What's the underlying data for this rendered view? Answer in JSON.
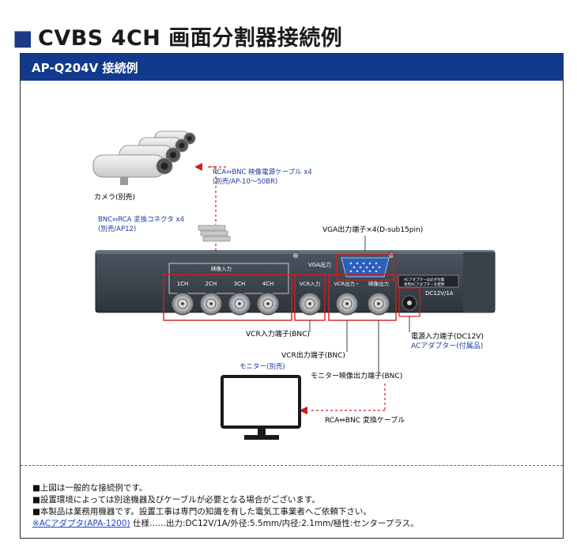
{
  "title": "CVBS 4CH 画面分割器接続例",
  "title_marker": "■",
  "bar_title": "AP-Q204V 接続例",
  "camera_label": "カメラ(別売)",
  "cable_rca_bnc_label": "RCA⇔BNC 映像電源ケーブル x4",
  "cable_rca_bnc_sub": "(別売/AP-10～50BR)",
  "connector_label": "BNC⇔RCA 変換コネクタ x4",
  "connector_sub": "(別売/AP12)",
  "vga_terminal_label": "VGA出力端子×4(D-sub15pin)",
  "panel": {
    "input_group_label": "映像入力",
    "ch_labels": [
      "1CH",
      "2CH",
      "3CH",
      "4CH"
    ],
    "vcr_in_label": "VCR入力",
    "vcr_out_label": "VCR出力・",
    "video_out_label": "映像出力",
    "vga_label": "VGA出力",
    "warning_line1": "ACアダプターは必ず付属",
    "warning_line2": "専用ACアダプターを使用",
    "dc_label": "DC12V/1A"
  },
  "vcr_in_terminal": "VCR入力端子(BNC)",
  "vcr_out_terminal": "VCR出力端子(BNC)",
  "monitor_out_terminal": "モニター映像出力端子(BNC)",
  "power_terminal": "電源入力端子(DC12V)",
  "ac_adapter_label": "ACアダプター(付属品)",
  "monitor_label": "モニター(別売)",
  "bottom_cable_label": "RCA⇔BNC 変換ケーブル",
  "notes": [
    "■上図は一般的な接続例です。",
    "■設置環境によっては別途機器及びケーブルが必要となる場合がございます。",
    "■本製品は業務用機器です。設置工事は専門の知識を有した電気工事業者へご依頼下さい。"
  ],
  "note_link": "※ACアダプタ(APA-1200)",
  "note_link_rest": "仕様……出力:DC12V/1A/外径:5.5mm/内径:2.1mm/極性:センタープラス。",
  "colors": {
    "brand": "#123a8c",
    "accent": "#2346c9",
    "highlight": "#d21e1e"
  }
}
